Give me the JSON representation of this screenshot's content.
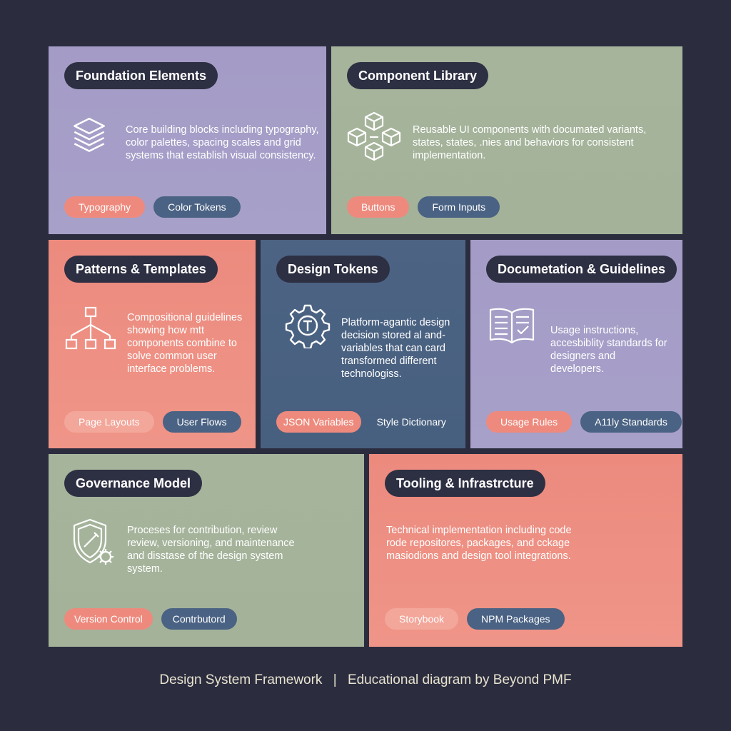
{
  "cards": [
    {
      "title": "Foundation Elements",
      "icon": "layers-icon",
      "description": "Core building blocks including typography, color palettes, spacing scales and grid systems that establish visual consistency.",
      "tags": [
        "Typography",
        "Color Tokens"
      ]
    },
    {
      "title": "Component Library",
      "icon": "cubes-icon",
      "description": "Reusable UI components with documated variants, states, states, .nies and behaviors for consistent implementation.",
      "tags": [
        "Buttons",
        "Form Inputs"
      ]
    },
    {
      "title": "Patterns & Templates",
      "icon": "hierarchy-icon",
      "description": "Compositional guidelines showing how mtt components combine to solve common user interface problems.",
      "tags": [
        "Page Layouts",
        "User Flows"
      ]
    },
    {
      "title": "Design Tokens",
      "icon": "gear-token-icon",
      "description": "Platform-agantic design decision stored al and-variables that can card transformed different technologiss.",
      "tags": [
        "JSON Variables",
        "Style Dictionary"
      ]
    },
    {
      "title": "Documetation & Guidelines",
      "icon": "book-icon",
      "description": "Usage instructions, accesbiblity standards for designers and developers.",
      "tags": [
        "Usage Rules",
        "A11ly Standards"
      ]
    },
    {
      "title": "Governance Model",
      "icon": "shield-gear-icon",
      "description": "Proceses for contribution, review review, versioning, and maintenance and disstase of the design system system.",
      "tags": [
        "Version Control",
        "Contrbutord"
      ]
    },
    {
      "title": "Tooling & Infrastrcture",
      "icon": "",
      "description": "Technical implementation including code rode repositores, packages, and cckage masiodions and design tool integrations.",
      "tags": [
        "Storybook",
        "NPM Packages"
      ]
    }
  ],
  "footer": {
    "left": "Design System Framework",
    "separator": "|",
    "right": "Educational diagram by Beyond PMF"
  }
}
